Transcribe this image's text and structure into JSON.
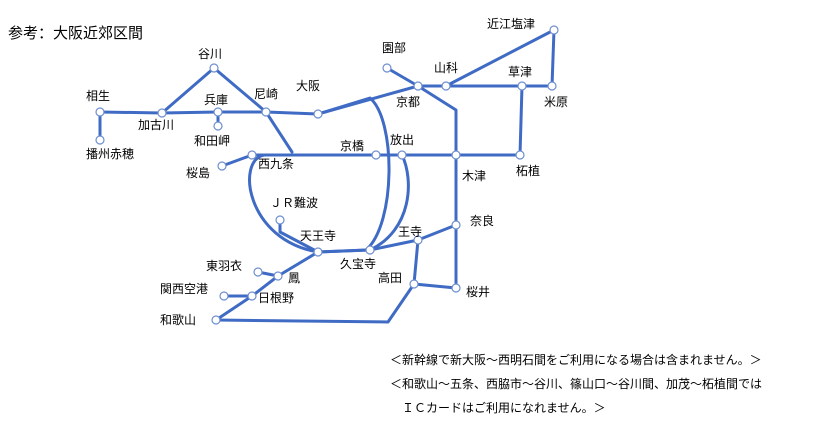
{
  "title": "参考：大阪近郊区間",
  "colors": {
    "line": "#3f6bc4",
    "station_stroke": "#6f8fcf"
  },
  "stations": {
    "aioi": "相生",
    "banshu_ako": "播州赤穂",
    "kakogawa": "加古川",
    "tanigawa": "谷川",
    "hyogo": "兵庫",
    "wadamisaki": "和田岬",
    "amagasaki": "尼崎",
    "osaka": "大阪",
    "nishikujo": "西九条",
    "sakurajima": "桜島",
    "kyobashi": "京橋",
    "hanaten": "放出",
    "kizu": "木津",
    "tsuge": "柘植",
    "sonobe": "園部",
    "kyoto": "京都",
    "yamashina": "山科",
    "omi_shiotsu": "近江塩津",
    "kusatsu": "草津",
    "maibara": "米原",
    "jr_namba": "ＪＲ難波",
    "tennoji": "天王寺",
    "kyuhoji": "久宝寺",
    "oji": "王寺",
    "nara": "奈良",
    "higashi_hagoromo": "東羽衣",
    "otori": "鳳",
    "kansai_airport": "関西空港",
    "hineno": "日根野",
    "wakayama": "和歌山",
    "takada": "高田",
    "sakurai": "桜井"
  },
  "notes": {
    "note1": "＜新幹線で新大阪～西明石間をご利用になる場合は含まれません。＞",
    "note2": "＜和歌山～五条、西脇市～谷川、篠山口～谷川間、加茂～柘植間では",
    "note3": "　ＩＣカードはご利用になれません。＞"
  }
}
